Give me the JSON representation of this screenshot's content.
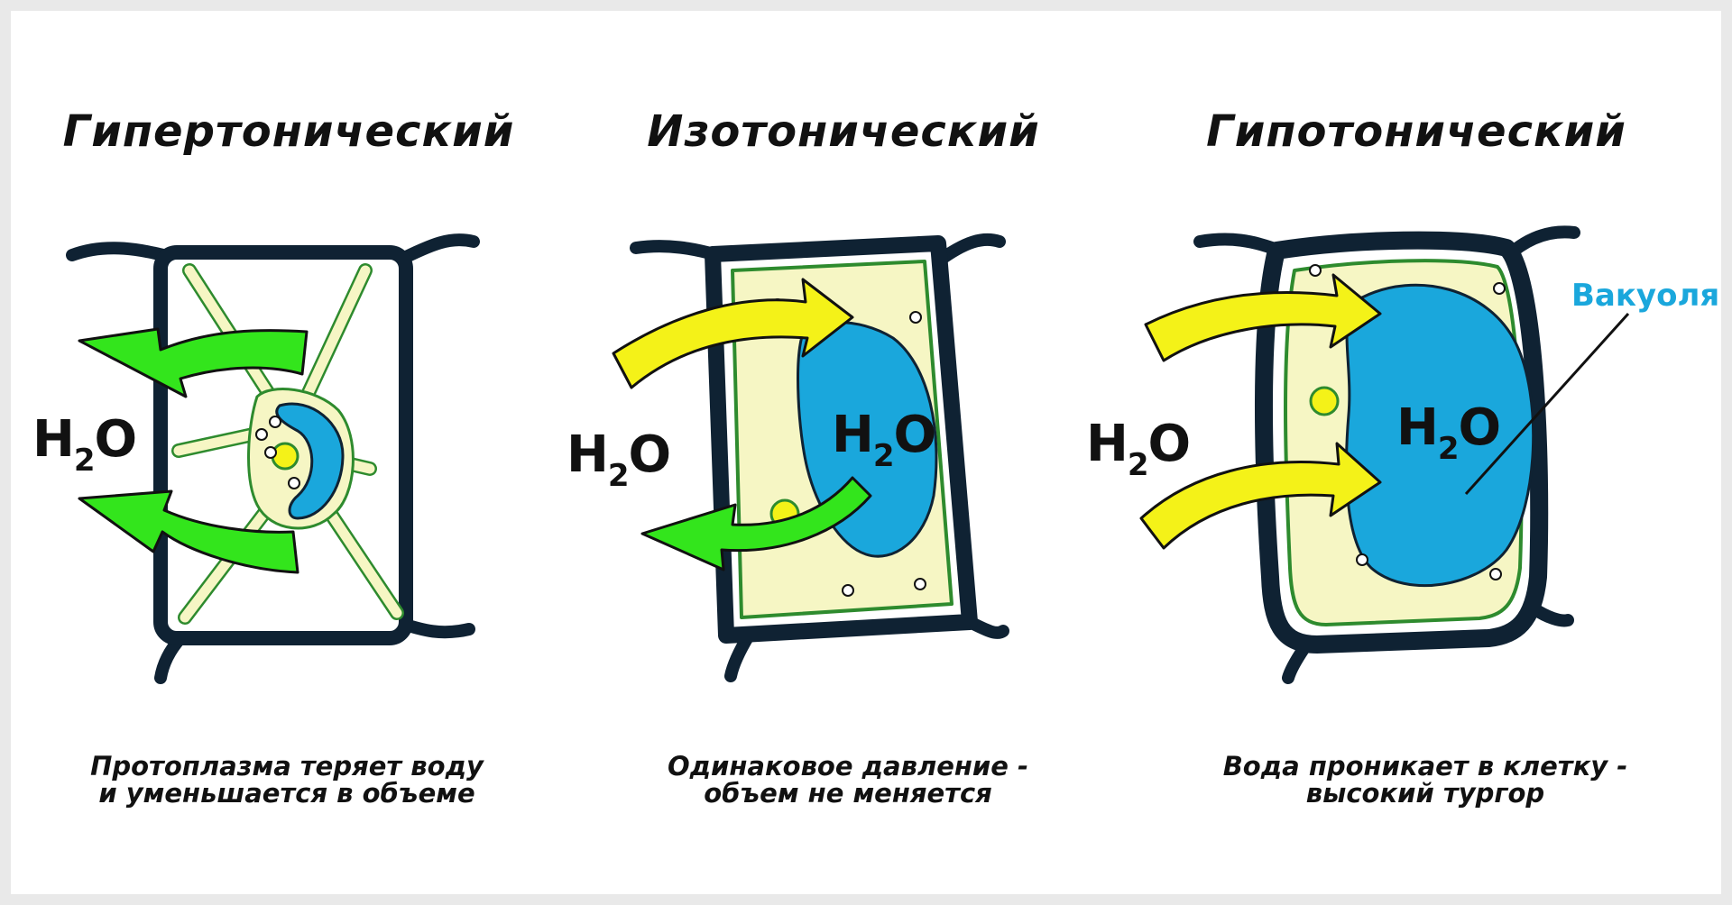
{
  "panels": [
    {
      "title": "Гипертонический",
      "formula": {
        "element": "H",
        "subscript": "2",
        "tail": "O"
      },
      "caption_lines": [
        "Протоплазма теряет воду",
        "и уменьшается в объеме"
      ]
    },
    {
      "title": "Изотонический",
      "formula": {
        "element": "H",
        "subscript": "2",
        "tail": "O"
      },
      "vacuole_formula": {
        "element": "H",
        "subscript": "2",
        "tail": "O"
      },
      "caption_lines": [
        "Одинаковое давление -",
        "объем не меняется"
      ]
    },
    {
      "title": "Гипотонический",
      "formula": {
        "element": "H",
        "subscript": "2",
        "tail": "O"
      },
      "vacuole_formula": {
        "element": "H",
        "subscript": "2",
        "tail": "O"
      },
      "caption_lines": [
        "Вода проникает в клетку -",
        "высокий тургор"
      ]
    }
  ],
  "labels": {
    "vacuole": "Вакуоля"
  },
  "colors": {
    "cell_wall": "#0f2233",
    "cytoplasm": "#f6f6c4",
    "membrane": "#2e8b2e",
    "vacuole": "#1aa7dc",
    "arrow_out": "#33e51c",
    "arrow_in": "#f4f218",
    "arrow_outline": "#111111",
    "vacuole_label": "#1aa7dc"
  }
}
